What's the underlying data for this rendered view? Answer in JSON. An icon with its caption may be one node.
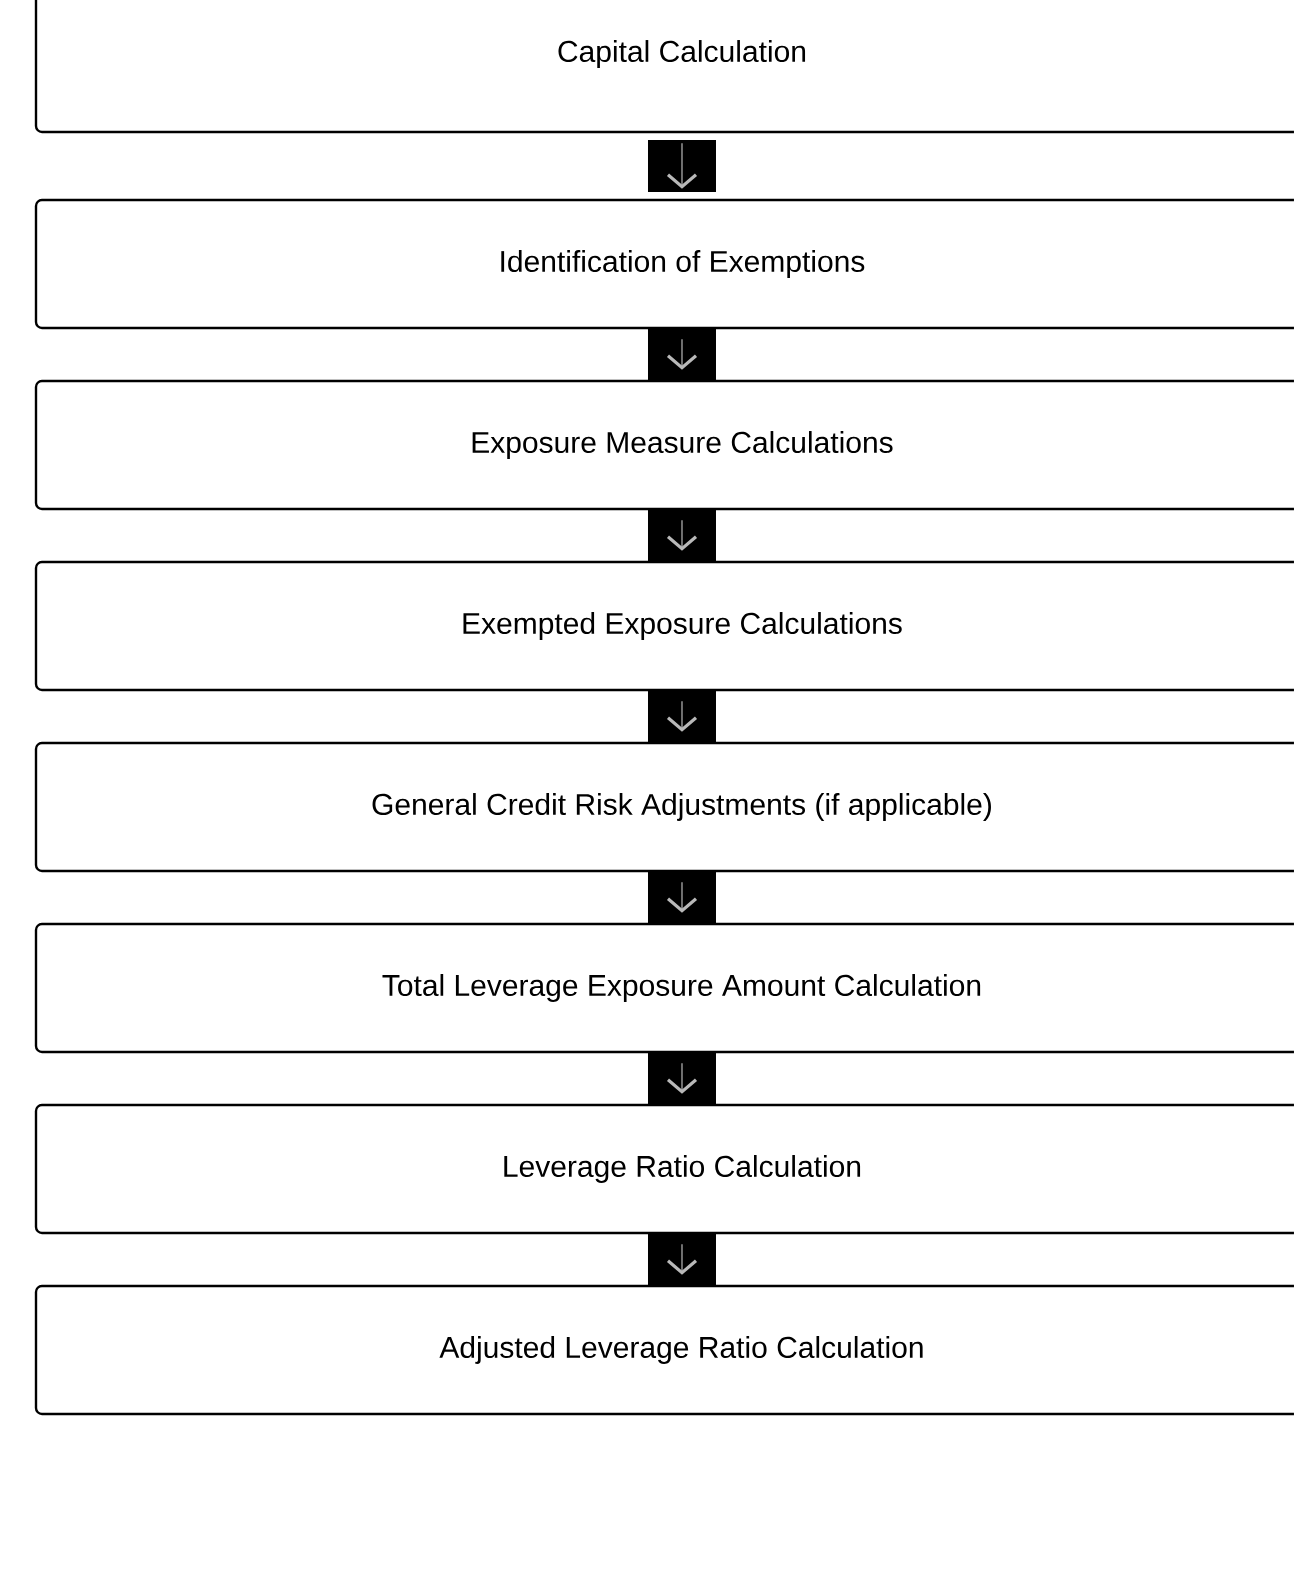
{
  "diagram": {
    "nodes": [
      {
        "text": [
          "Capital Calculation"
        ]
      },
      {
        "text": [
          "Identification of Exemptions"
        ]
      },
      {
        "text": [
          "Exposure Measure Calculations"
        ]
      },
      {
        "text": [
          "Exempted Exposure Calculations"
        ]
      },
      {
        "text": [
          "General Credit Risk Adjustments (if applicable)"
        ]
      },
      {
        "text": [
          "Total Leverage Exposure Amount Calculation"
        ]
      },
      {
        "text": [
          "Leverage Ratio Calculation"
        ]
      },
      {
        "text": [
          "Adjusted Leverage Ratio Calculation"
        ]
      }
    ],
    "edges": [
      {
        "from": 0,
        "to": 1,
        "arrow": "to"
      },
      {
        "from": 1,
        "to": 2,
        "arrow": "to"
      },
      {
        "from": 2,
        "to": 3,
        "arrow": "to"
      },
      {
        "from": 3,
        "to": 4,
        "arrow": "to"
      },
      {
        "from": 4,
        "to": 5,
        "arrow": "to"
      },
      {
        "from": 5,
        "to": 6,
        "arrow": "to"
      },
      {
        "from": 6,
        "to": 7,
        "arrow": "to"
      }
    ]
  }
}
